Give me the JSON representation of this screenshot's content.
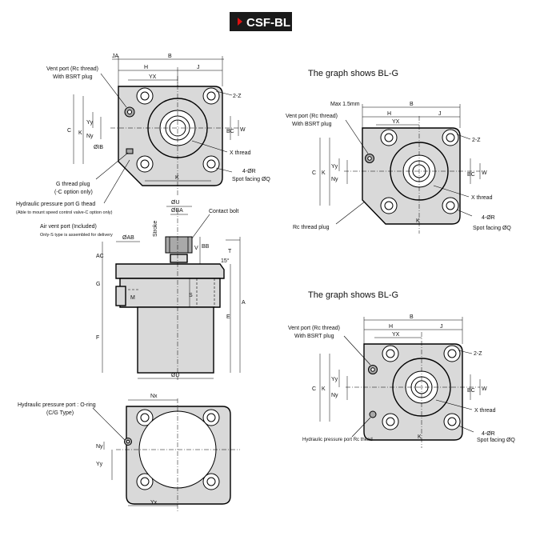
{
  "title": "CSF-BL",
  "top_view": {
    "dims": {
      "ja": "JA",
      "b": "B",
      "h": "H",
      "j": "J",
      "yx": "YX",
      "c": "C",
      "k_v": "K",
      "yy": "Yy",
      "ny": "Ny",
      "ib": "ØIB",
      "bc": "BC",
      "w": "W",
      "k_h": "K"
    },
    "labels": {
      "vent_port": "Vent port (Rc thread)",
      "vent_port_plug": "With BSRT plug",
      "holes": "2-Z",
      "x_thread": "X thread",
      "r_holes": "4-ØR",
      "spot_facing": "Spot facing ØQ",
      "g_plug": "G thread plug",
      "g_plug_sub": "(-C option only)",
      "hyd_port": "Hydraulic pressure port G thead",
      "hyd_port_sub": "(Able to mount speed control valve-C option only)"
    }
  },
  "side_view": {
    "dims": {
      "u": "ØU",
      "ba": "ØBA",
      "ab": "ØAB",
      "bb": "BB",
      "v": "V",
      "t": "T",
      "ac": "AC",
      "g": "G",
      "m": "M",
      "f": "F",
      "s": "S",
      "e": "E",
      "a": "A",
      "d": "ØD",
      "angle": "15°"
    },
    "labels": {
      "stroke": "Stroke",
      "contact_bolt": "Contact bolt",
      "air_vent": "Air vent port (Included)",
      "air_vent_sub": "Only-S type is assembled for delivery"
    }
  },
  "bottom_view": {
    "dims": {
      "nx": "Nx",
      "ny": "Ny",
      "yy": "Yy",
      "yx": "Yx"
    },
    "labels": {
      "oring": "Hydraulic pressure port : O-ring",
      "oring_sub": "(C/G Type)"
    }
  },
  "variant_one": {
    "heading": "The graph shows BL-G",
    "dims": {
      "max": "Max 1.5mm",
      "b": "B",
      "h": "H",
      "j": "J",
      "yx": "YX",
      "c": "C",
      "k_v": "K",
      "yy": "Yy",
      "ny": "Ny",
      "bc": "BC",
      "w": "W",
      "k_h": "K"
    },
    "labels": {
      "vent_port": "Vent port (Rc thread)",
      "vent_port_plug": "With BSRT plug",
      "holes": "2-Z",
      "x_thread": "X thread",
      "r_holes": "4-ØR",
      "spot_facing": "Spot facing ØQ",
      "rc_plug": "Rc thread plug"
    }
  },
  "variant_two": {
    "heading": "The graph shows BL-G",
    "dims": {
      "b": "B",
      "h": "H",
      "j": "J",
      "yx": "YX",
      "c": "C",
      "k_v": "K",
      "yy": "Yy",
      "ny": "Ny",
      "bc": "BC",
      "w": "W",
      "k_h": "K"
    },
    "labels": {
      "vent_port": "Vent port (Rc thread)",
      "vent_port_plug": "With BSRT plug",
      "holes": "2-Z",
      "x_thread": "X thread",
      "r_holes": "4-ØR",
      "spot_facing": "Spot facing ØQ",
      "hyd_port": "Hydraulic pressure port Rc thead"
    }
  }
}
